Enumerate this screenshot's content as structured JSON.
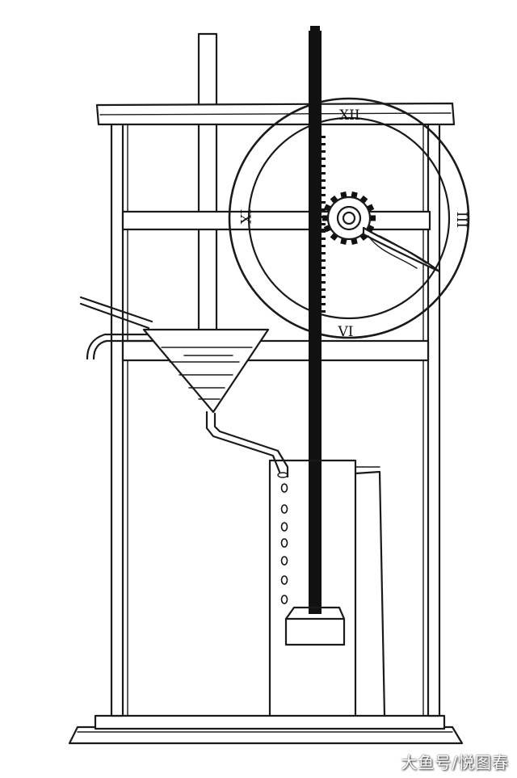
{
  "dial": {
    "numerals": {
      "top": "XII",
      "left": "IX",
      "right": "III",
      "bottom": "VI"
    }
  },
  "watermark": "大鱼号/悦图春"
}
